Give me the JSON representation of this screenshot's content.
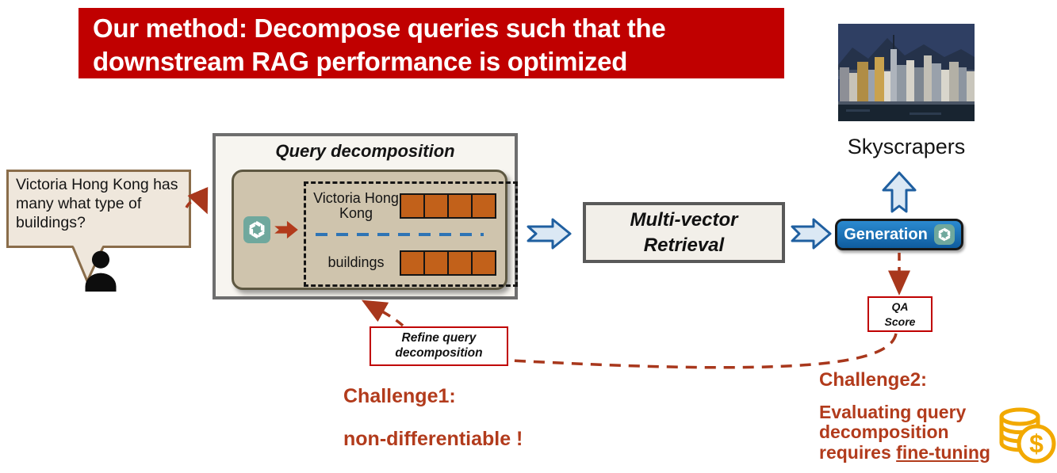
{
  "banner": {
    "line1": "Our method: Decompose queries such that the",
    "line2": "downstream RAG performance is optimized"
  },
  "user": {
    "bubble_text": "Victoria Hong Kong has many what type of buildings?"
  },
  "decomposition": {
    "title": "Query decomposition",
    "rows": [
      {
        "label": "Victoria Hong Kong",
        "tokens": 4
      },
      {
        "label": "buildings",
        "tokens": 4
      }
    ]
  },
  "retrieval": {
    "line1": "Multi-vector",
    "line2": "Retrieval"
  },
  "generation": {
    "label": "Generation"
  },
  "output": {
    "caption": "Skyscrapers"
  },
  "qa": {
    "line1": "QA",
    "line2": "Score"
  },
  "refine": {
    "line1": "Refine query",
    "line2": "decomposition"
  },
  "challenges": {
    "c1_title": "Challenge1:",
    "c1_text": "non-differentiable !",
    "c2_title": "Challenge2:",
    "c2_line1": "Evaluating query",
    "c2_line2": "decomposition",
    "c2_line3_prefix": "requires ",
    "c2_line3_underlined": "fine-tuning"
  },
  "icons": {
    "assistant_logo": "openai-knot-icon",
    "user": "person-silhouette-icon",
    "cost": "coins-dollar-icon",
    "flow": "block-arrow-icon"
  },
  "colors": {
    "banner_bg": "#c00000",
    "challenge_text": "#b23b1c",
    "dashed_arrow": "#a8371c",
    "token_orange": "#c2611a",
    "token_divider_blue": "#2e74b5",
    "flow_arrow_fill": "#dbe8f4",
    "flow_arrow_stroke": "#1f5fa0",
    "bubble_fill": "#efe7dc",
    "bubble_border": "#8a6d4a",
    "panel_tan": "#cfc4ad",
    "gpt_teal": "#6fa89d",
    "generation_blue": "#1b76c0",
    "coin_gold": "#f2a900"
  }
}
